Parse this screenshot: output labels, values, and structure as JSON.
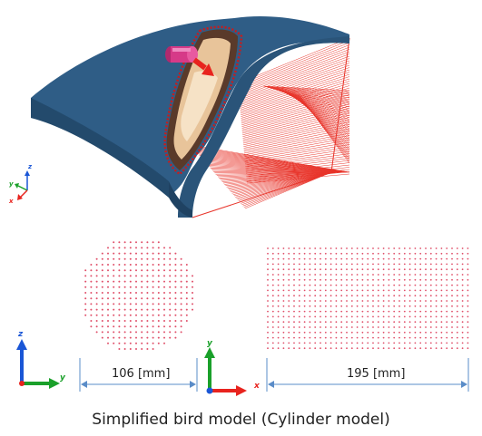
{
  "caption": "Simplified bird model (Cylinder model)",
  "dimensions": {
    "circle_width": "106 [mm]",
    "rect_width": "195 [mm]"
  },
  "axes_top": {
    "z": "z",
    "y": "y",
    "x": "x"
  },
  "axes_front": {
    "z": "z",
    "y": "y"
  },
  "axes_side": {
    "y": "y",
    "x": "x"
  },
  "colors": {
    "panel_blue": "#2f5d86",
    "panel_blue_dark": "#234a6c",
    "rays_red": "#e8342a",
    "dot_red": "#e0506a",
    "dim_blue": "#5a8cc8",
    "arrow_red": "#e8231e",
    "cylinder_magenta": "#d63a88",
    "axis_green": "#1aa02a",
    "axis_blue": "#1a56d6"
  }
}
